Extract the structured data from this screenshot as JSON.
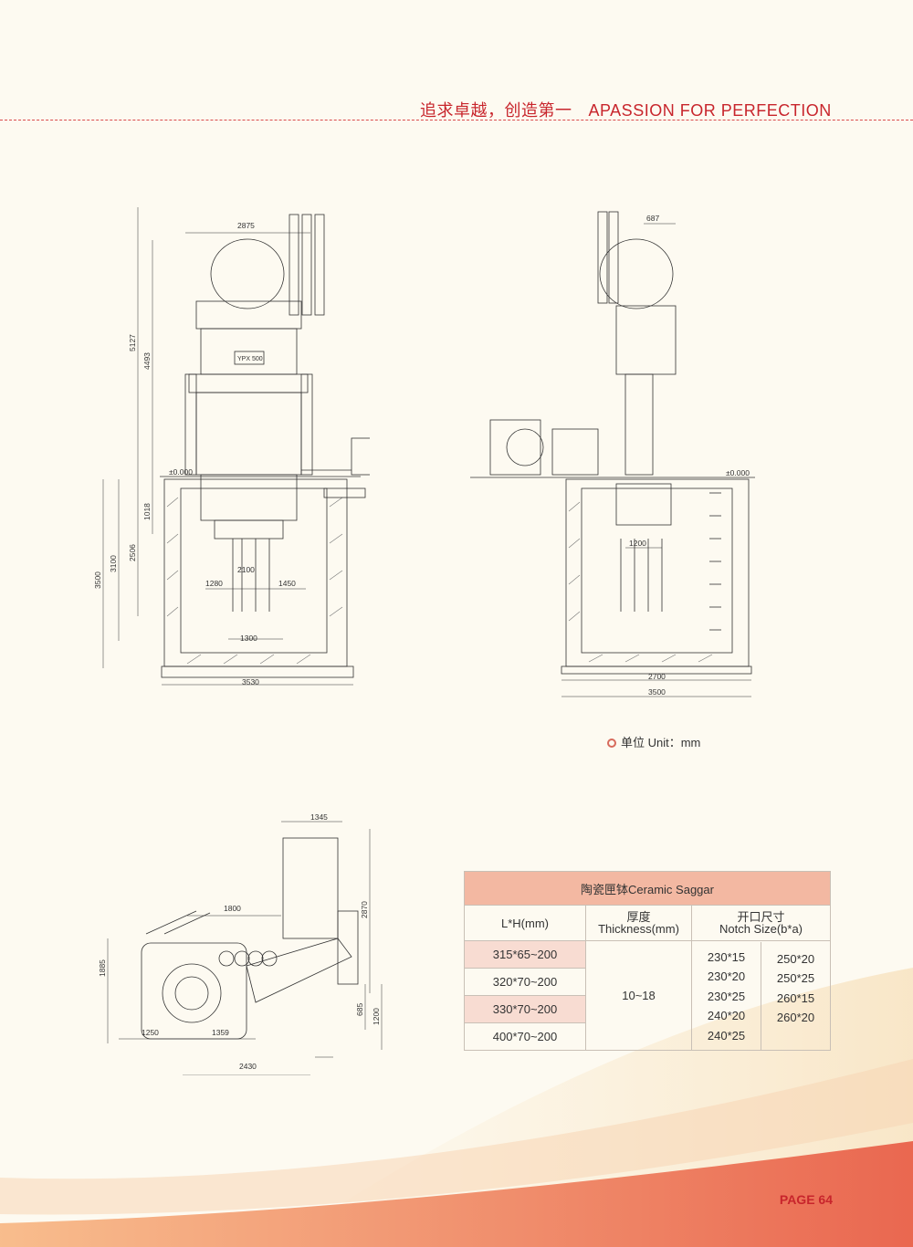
{
  "header": {
    "title_cn": "追求卓越，创造第一",
    "title_en": "APASSION FOR PERFECTION"
  },
  "unit_note": "单位 Unit：mm",
  "page_number": "PAGE 64",
  "drawing_front": {
    "dims": [
      "2875",
      "5127",
      "4493",
      "±0.000",
      "1018",
      "2506",
      "3100",
      "3500",
      "2100",
      "1280",
      "1450",
      "1300",
      "3530"
    ],
    "plate": "YPX 500"
  },
  "drawing_side": {
    "dims": [
      "687",
      "±0.000",
      "1200",
      "2700",
      "3500"
    ]
  },
  "drawing_plan": {
    "dims": [
      "1345",
      "1800",
      "2870",
      "1885",
      "685",
      "1200",
      "1250",
      "1359",
      "2430"
    ]
  },
  "table": {
    "title": "陶瓷匣钵Ceramic Saggar",
    "headers": [
      {
        "line1": "L*H(mm)",
        "line2": ""
      },
      {
        "line1": "厚度",
        "line2": "Thickness(mm)"
      },
      {
        "line1": "开口尺寸",
        "line2": "Notch Size(b*a)"
      }
    ],
    "lh": [
      "315*65~200",
      "320*70~200",
      "330*70~200",
      "400*70~200"
    ],
    "thickness": "10~18",
    "notch_col1": [
      "230*15",
      "230*20",
      "230*25",
      "240*20",
      "240*25"
    ],
    "notch_col2": [
      "250*20",
      "250*25",
      "260*15",
      "260*20"
    ]
  },
  "colors": {
    "accent": "#c8252c",
    "table_header": "#f3b8a2",
    "table_row": "#f8dcd2"
  }
}
